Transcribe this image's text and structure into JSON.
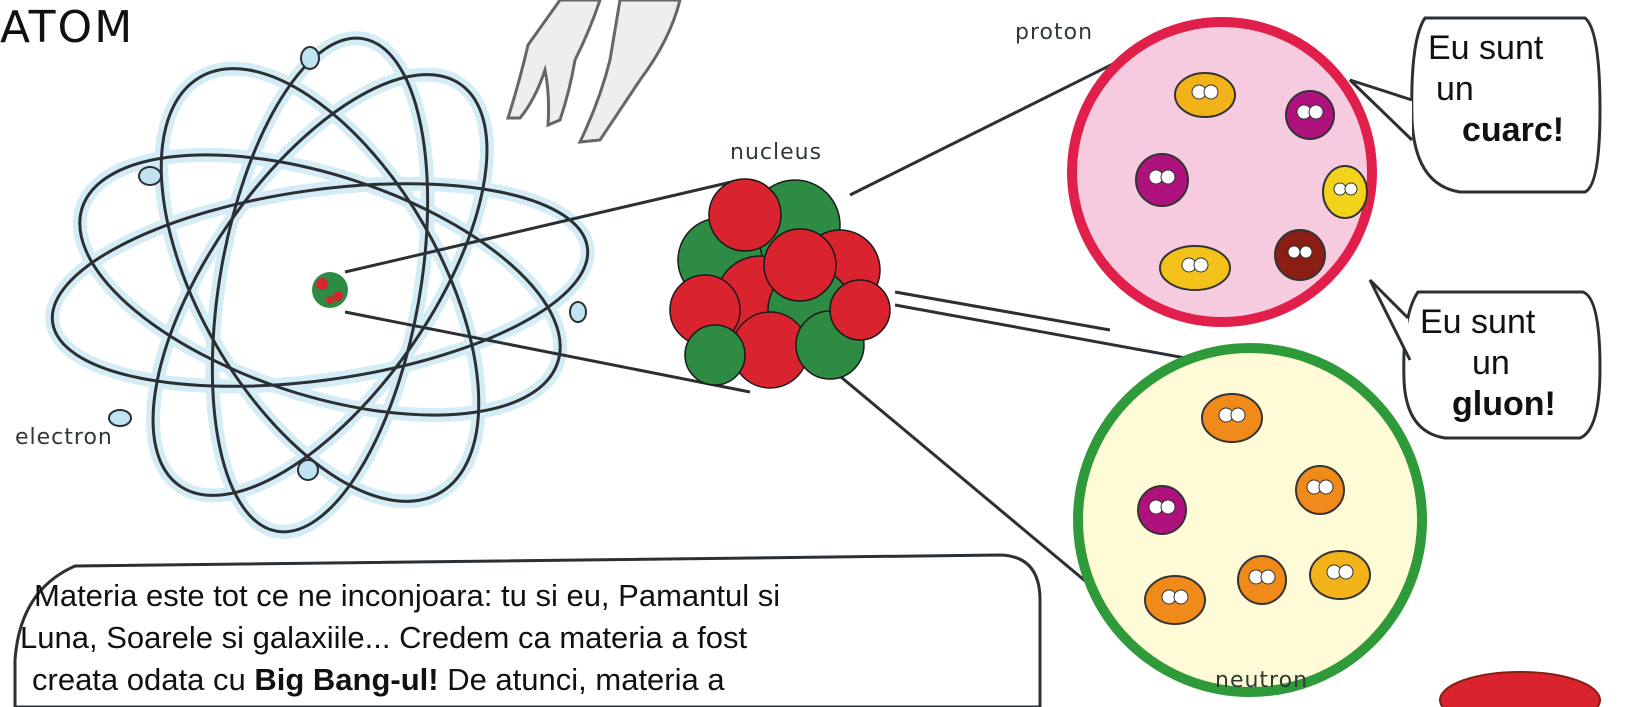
{
  "title": "ATOM",
  "labels": {
    "electron": "electron",
    "nucleus": "nucleus",
    "proton": "proton",
    "neutron": "neutron"
  },
  "bubbles": {
    "quark": {
      "line1": "Eu sunt",
      "line2": "un",
      "bold": "cuarc!"
    },
    "gluon": {
      "line1": "Eu sunt",
      "line2": "un",
      "bold": "gluon!"
    }
  },
  "paragraph": {
    "line1": "Materia este tot ce ne inconjoara: tu si eu, Pamantul si",
    "line2": "Luna, Soarele si galaxiile... Credem ca materia a fost",
    "line3_pre": "creata odata cu ",
    "line3_bold": "Big Bang-ul!",
    "line3_post": " De atunci, materia a"
  },
  "colors": {
    "orbit_blue": "#bfe3f1",
    "outline": "#2b3034",
    "proton_ring": "#e0204b",
    "proton_fill": "#f6cbe0",
    "neutron_ring": "#2f9a3a",
    "neutron_fill": "#fffbd6",
    "nucleus_red": "#d9232f",
    "nucleus_green": "#2e8b43"
  }
}
